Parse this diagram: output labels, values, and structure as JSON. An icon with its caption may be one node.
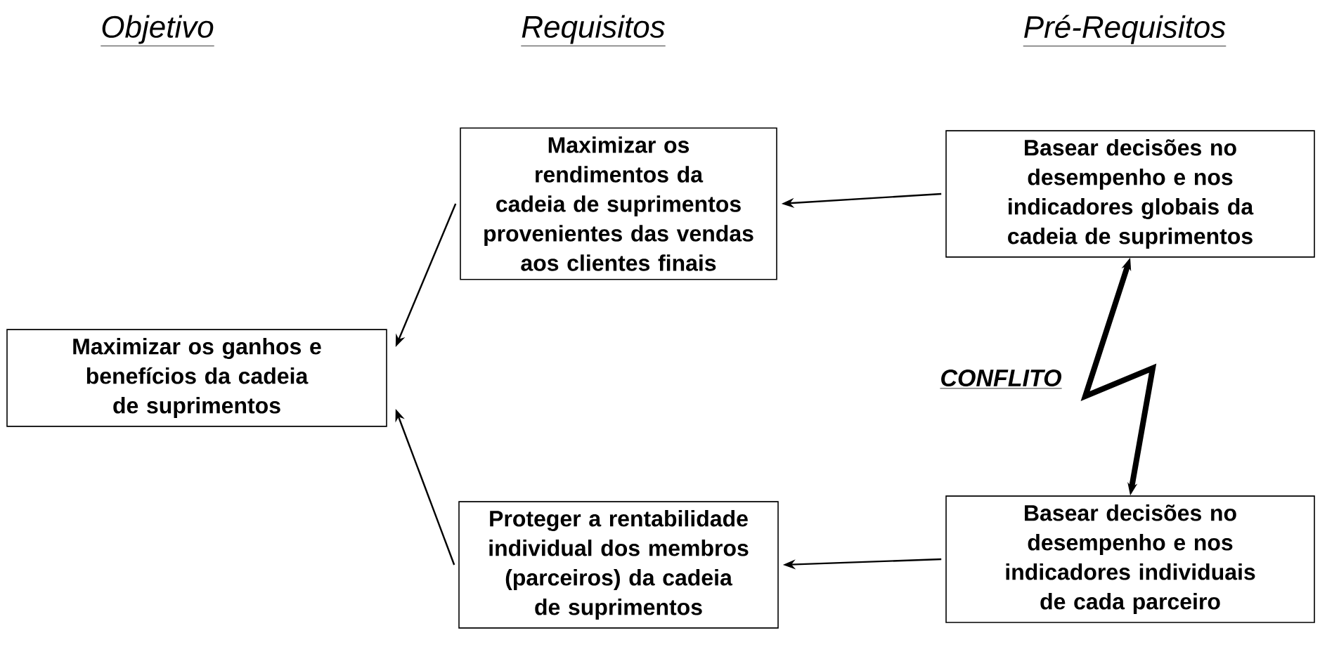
{
  "diagram": {
    "nodes": [
      {
        "text": [
          "Maximizar os ganhos e benefícios da cadeia de suprimentos"
        ]
      },
      {
        "text": [
          "Maximizar os rendimentos da cadeia de suprimentos provenientes das vendas aos clientes finais"
        ]
      },
      {
        "text": [
          "Proteger a rentabilidade individual dos membros (parceiros) da cadeia de suprimentos"
        ]
      },
      {
        "text": [
          "Basear decisões no desempenho e nos indicadores globais da cadeia de suprimentos"
        ]
      },
      {
        "text": [
          "Basear decisões no desempenho e nos indicadores individuais de cada parceiro"
        ]
      }
    ],
    "edges": [
      {
        "from": 1,
        "to": 0,
        "arrow": "to"
      },
      {
        "from": 2,
        "to": 0,
        "arrow": "to"
      },
      {
        "from": 3,
        "to": 1,
        "arrow": "to"
      },
      {
        "from": 4,
        "to": 2,
        "arrow": "to"
      },
      {
        "from": 3,
        "to": 4,
        "arrow": "both",
        "label": "CONFLITO",
        "style": "thick"
      }
    ],
    "labels": [
      "Objetivo",
      "Requisitos",
      "Pré-Requisitos"
    ]
  }
}
